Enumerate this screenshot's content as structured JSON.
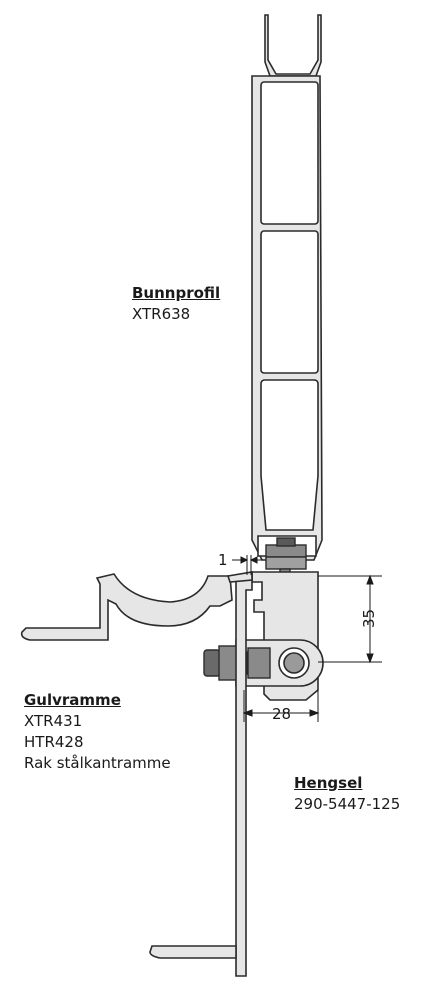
{
  "labels": {
    "bunnprofil": {
      "title": "Bunnprofil",
      "lines": [
        "XTR638"
      ]
    },
    "gulvramme": {
      "title": "Gulvramme",
      "lines": [
        "XTR431",
        "HTR428",
        "Rak stålkantramme"
      ]
    },
    "hengsel": {
      "title": "Hengsel",
      "lines": [
        "290-5447-125"
      ]
    }
  },
  "dimensions": {
    "gap": "1",
    "height": "35",
    "width": "28"
  },
  "colors": {
    "profile_fill": "#e6e6e6",
    "stroke": "#2b2b2b",
    "bolt": "#8a8a8a",
    "bolt_dark": "#5a5a5a"
  }
}
